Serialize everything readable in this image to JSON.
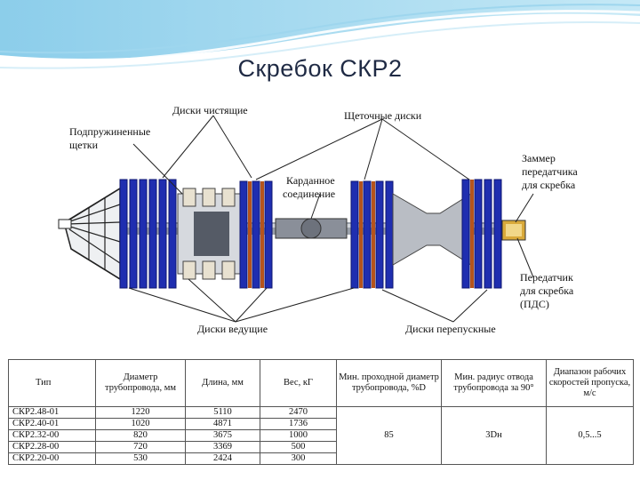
{
  "slide": {
    "title": "Скребок СКР2"
  },
  "diagram": {
    "labels": {
      "cleaning_discs": "Диски чистящие",
      "brush_discs": "Щеточные диски",
      "spring_brushes_l1": "Подпружиненные",
      "spring_brushes_l2": "щетки",
      "cardan_l1": "Карданное",
      "cardan_l2": "соединение",
      "emitter_l1": "Заммер",
      "emitter_l2": "передатчика",
      "emitter_l3": "для скребка",
      "transmitter_l1": "Передатчик",
      "transmitter_l2": "для скребка",
      "transmitter_l3": "(ПДС)",
      "driving_discs": "Диски ведущие",
      "bypass_discs": "Диски перепускные"
    },
    "colors": {
      "disc": "#1f2eb0",
      "disc_dark": "#0d1570",
      "brush": "#b5541c",
      "steel": "#8a8f99",
      "transmitter": "#d9a93a"
    }
  },
  "table": {
    "headers": [
      "Тип",
      "Диаметр трубопровода, мм",
      "Длина, мм",
      "Вес, кГ",
      "Мин. проходной диаметр трубопровода, %D",
      "Мин. радиус отвода трубопровода за 90°",
      "Диапазон рабочих скоростей пропуска, м/с"
    ],
    "rows": [
      {
        "type": "СКР2.48-01",
        "diameter": "1220",
        "length": "5110",
        "weight": "2470"
      },
      {
        "type": "СКР2.40-01",
        "diameter": "1020",
        "length": "4871",
        "weight": "1736"
      },
      {
        "type": "СКР2.32-00",
        "diameter": "820",
        "length": "3675",
        "weight": "1000"
      },
      {
        "type": "СКР2.28-00",
        "diameter": "720",
        "length": "3369",
        "weight": "500"
      },
      {
        "type": "СКР2.20-00",
        "diameter": "530",
        "length": "2424",
        "weight": "300"
      }
    ],
    "merged": {
      "min_passage": "85",
      "min_radius": "3Dн",
      "speed_range": "0,5...5"
    }
  }
}
